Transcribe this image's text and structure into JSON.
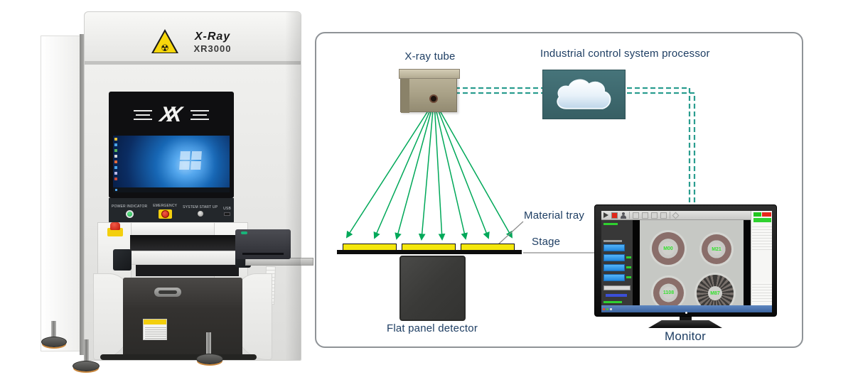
{
  "machine": {
    "brand": "X-Ray",
    "model": "XR3000",
    "logo_mark": "X",
    "radiation_glyph": "☢",
    "control": {
      "power": "POWER INDICATOR",
      "emergency": "EMERGENCY",
      "system": "SYSTEM START UP",
      "usb": "USB"
    }
  },
  "diagram": {
    "labels": {
      "tube": "X-ray tube",
      "processor": "Industrial control system processor",
      "material_tray": "Material tray",
      "stage": "Stage",
      "detector": "Flat panel detector",
      "monitor": "Monitor"
    },
    "reel_ids": [
      "M00",
      "M21",
      "1108",
      "M87"
    ],
    "rays": {
      "count": 8,
      "color": "#00a859"
    },
    "connector": {
      "style": "dashed",
      "color": "#2a9d8f"
    },
    "trays": {
      "count": 3,
      "color": "#f4e70c"
    },
    "colors": {
      "label_navy": "#1e3e63",
      "cloud_box": "#3e6b70",
      "frame_border": "#8f9397",
      "stage_black": "#0d0d0d"
    }
  }
}
